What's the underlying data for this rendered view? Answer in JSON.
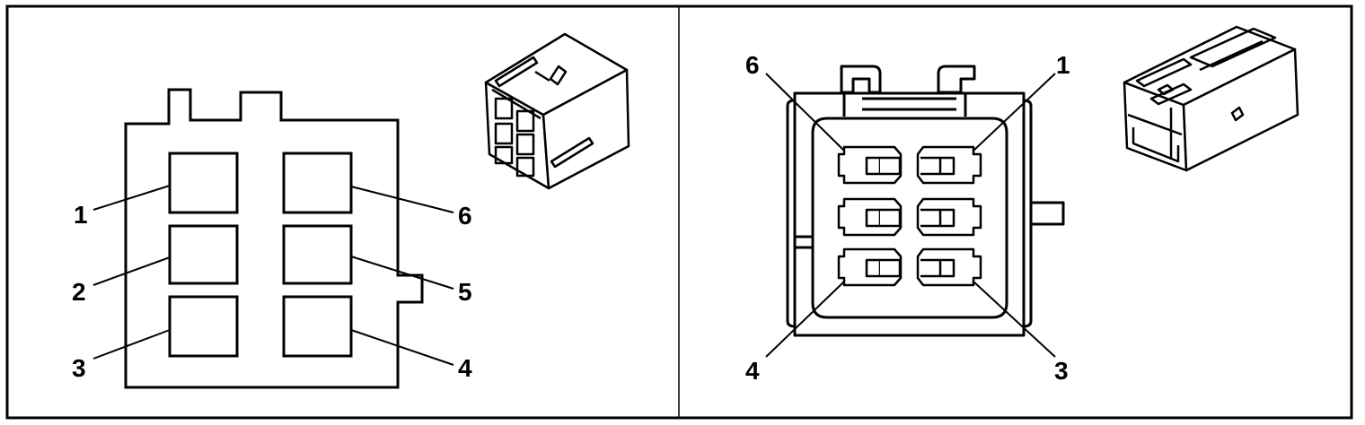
{
  "colors": {
    "ink": "#000000",
    "paper": "#ffffff"
  },
  "left_connector": {
    "pins": [
      "1",
      "2",
      "3",
      "4",
      "5",
      "6"
    ]
  },
  "right_connector": {
    "pins": [
      "1",
      "3",
      "4",
      "6"
    ]
  }
}
